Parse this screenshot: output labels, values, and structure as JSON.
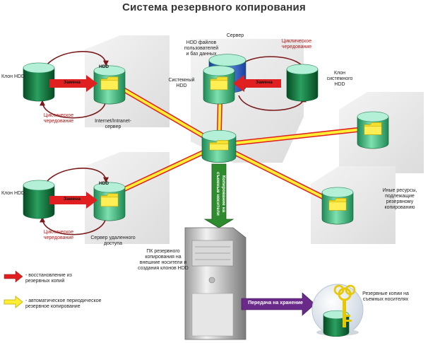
{
  "title": "Система резервного копирования",
  "labels": {
    "hdd": "HDD",
    "clone_hdd": "Клон HDD",
    "replace": "Замена",
    "cyclic": "Циклическое\nчередование",
    "internet_server": "Internet/Intranet-\nсервер",
    "remote_server": "Сервер удаленного\nдоступа",
    "server": "Сервер",
    "hdd_files": "HDD файлов\nпользователей\nи баз данных",
    "system_hdd": "Системный\nHDD",
    "clone_system_hdd": "Клон\nсистемного\nHDD",
    "other_resources": "Иные ресурсы,\nподлежащие\nрезервному\nкопированию",
    "backup_pc": "ПК резервного\nкопирования на\nвнешние носители и\nсоздания клонов HDD",
    "copy_to_removable": "Копирование на\nсъемные носители",
    "transfer_to_storage": "Передача на хранение",
    "removable_copies": "Резервные копии на\nсъемных носителях"
  },
  "legend": {
    "restore": "- восстановление из\nрезервных копий",
    "auto_backup": "- автоматическое периодическое\nрезервное копирование"
  },
  "colors": {
    "red_arrow": "#e02020",
    "yellow_arrow": "#ffee33",
    "green_arrow": "#2e8b2e",
    "purple_arrow": "#6a2a8a",
    "cylinder_top": "#a8ecd2",
    "cylinder_body": "#2fa86a",
    "clone_body": "#0a6a32",
    "folder": "#f5e030"
  }
}
